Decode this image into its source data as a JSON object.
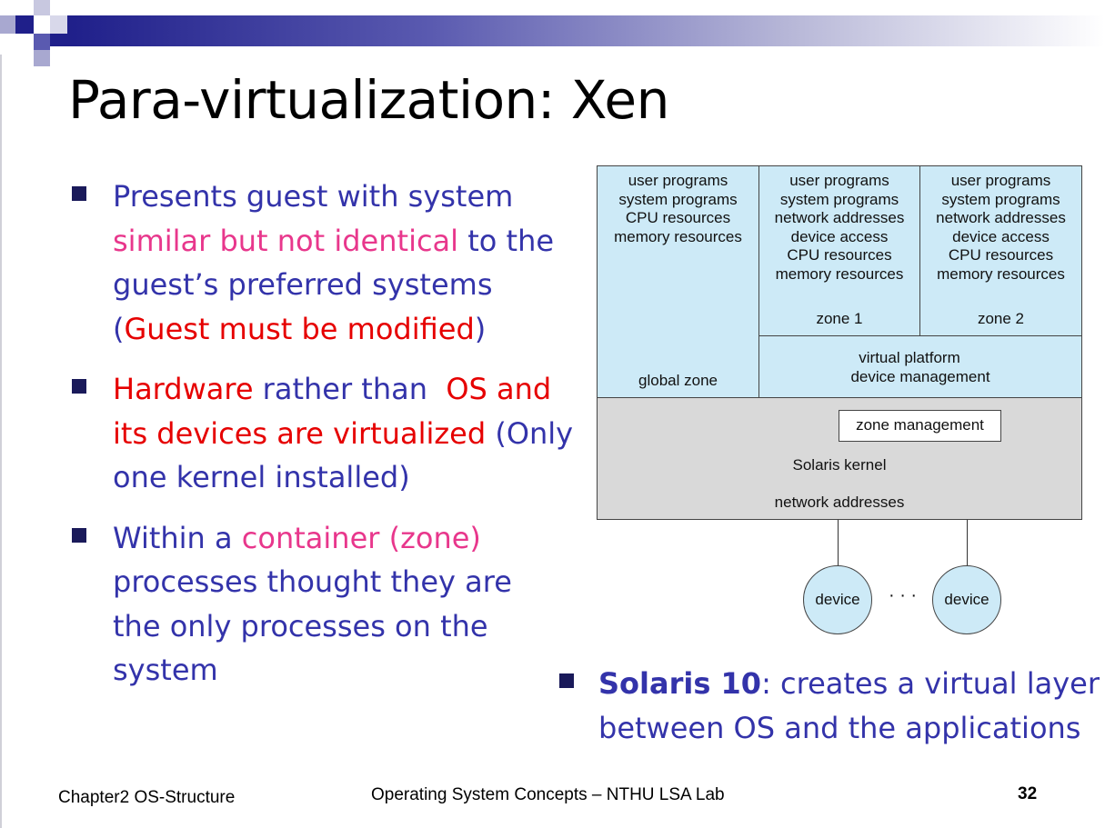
{
  "slide": {
    "title": "Para-virtualization: Xen",
    "bullets": [
      {
        "parts": [
          {
            "text": "Presents guest with system ",
            "style": "blue"
          },
          {
            "text": "similar but not identical",
            "style": "pink"
          },
          {
            "text": " to the guest’s preferred systems (",
            "style": "blue"
          },
          {
            "text": "Guest must be modified",
            "style": "red"
          },
          {
            "text": ")",
            "style": "blue"
          }
        ]
      },
      {
        "parts": [
          {
            "text": "Hardware",
            "style": "red"
          },
          {
            "text": " rather than  ",
            "style": "blue"
          },
          {
            "text": "OS and its devices are virtualized",
            "style": "red"
          },
          {
            "text": " (Only one kernel installed)",
            "style": "blue"
          }
        ]
      },
      {
        "parts": [
          {
            "text": "Within a ",
            "style": "blue"
          },
          {
            "text": "container (zone)",
            "style": "pink"
          },
          {
            "text": " processes thought they are the only processes on the system",
            "style": "blue"
          }
        ]
      }
    ],
    "solaris": {
      "bold": "Solaris 10",
      "rest": ": creates a virtual layer between OS and the applications"
    }
  },
  "diagram": {
    "global_zone": {
      "lines": [
        "user programs",
        "system programs",
        "CPU resources",
        "memory resources"
      ],
      "label": "global zone"
    },
    "zone1": {
      "lines": [
        "user programs",
        "system programs",
        "network addresses",
        "device access",
        "CPU resources",
        "memory resources"
      ],
      "label": "zone 1"
    },
    "zone2": {
      "lines": [
        "user programs",
        "system programs",
        "network addresses",
        "device access",
        "CPU resources",
        "memory resources"
      ],
      "label": "zone 2"
    },
    "virtual_platform": [
      "virtual platform",
      "device management"
    ],
    "zone_management": "zone management",
    "kernel": "Solaris kernel",
    "network": "network addresses",
    "device_left": "device",
    "device_right": "device",
    "dots": "· · ·"
  },
  "footer": {
    "chapter": "Chapter2 OS-Structure",
    "course": "Operating System Concepts – NTHU LSA Lab",
    "page": "32"
  },
  "colors": {
    "blue": "#3333aa",
    "pink": "#e8378c",
    "red": "#e60000",
    "zone": "#cdeaf7",
    "kernel": "#d9d9d9"
  }
}
